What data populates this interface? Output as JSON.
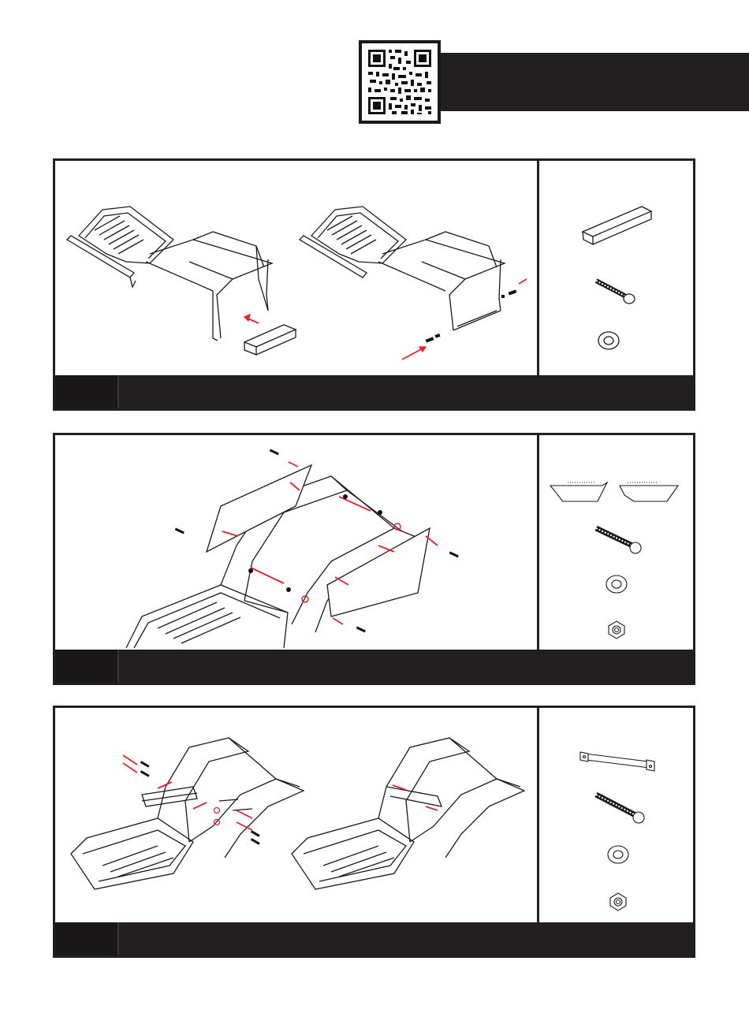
{
  "header": {
    "title": ""
  },
  "steps": [
    {
      "number": "",
      "instruction": "",
      "parts": [
        "crossbar-block",
        "bolt",
        "washer"
      ],
      "part_labels": [
        "",
        "",
        ""
      ]
    },
    {
      "number": "",
      "instruction": "",
      "parts": [
        "side-plates",
        "long-bolt",
        "washer",
        "lock-nut"
      ],
      "part_labels": [
        "",
        "",
        "",
        ""
      ]
    },
    {
      "number": "",
      "instruction": "",
      "parts": [
        "support-bar",
        "long-bolt",
        "washer",
        "lock-nut"
      ],
      "part_labels": [
        "",
        "",
        "",
        ""
      ]
    }
  ],
  "colors": {
    "frame": "#231f20",
    "arrow": "#e0242b",
    "line": "#1a1a1a"
  }
}
